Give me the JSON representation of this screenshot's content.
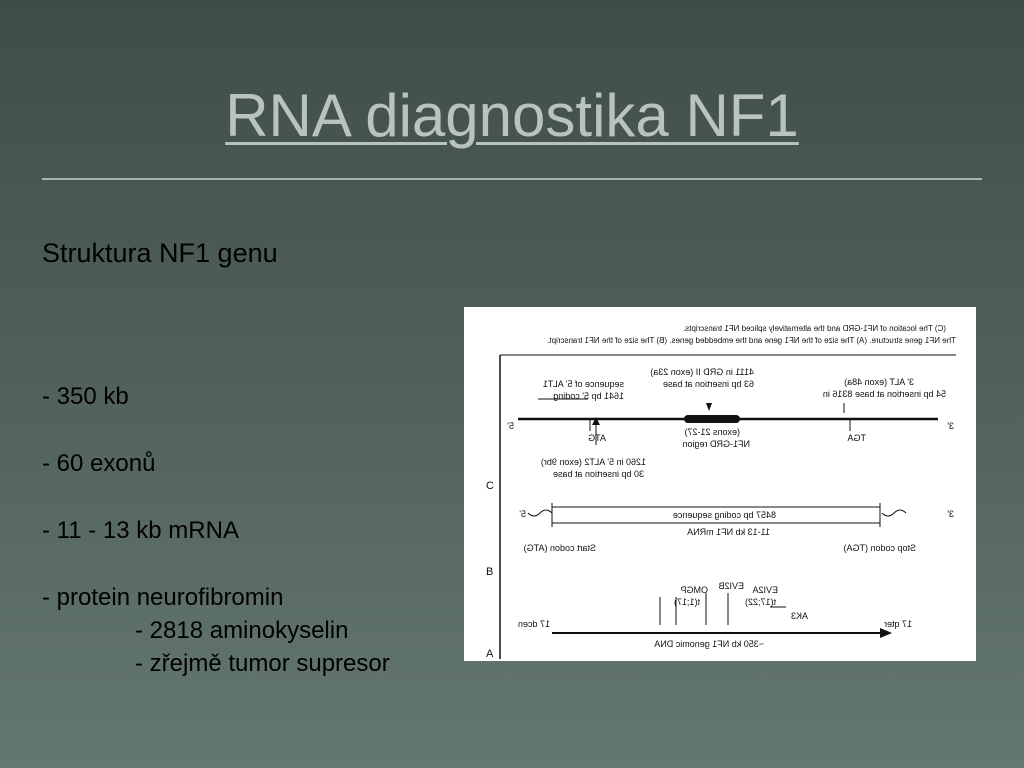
{
  "slide": {
    "title": "RNA diagnostika NF1",
    "subtitle": "Struktura NF1 genu",
    "bullets": [
      "- 350 kb",
      "- 60 exonů",
      "- 11 - 13 kb mRNA",
      "- protein neurofibromin"
    ],
    "sub_bullets": [
      "- 2818 aminokyselin",
      "- zřejmě tumor supresor"
    ]
  },
  "figure": {
    "caption_line1": "The NF1 gene structure. (A) The size of the NF1 gene and the embedded genes. (B) The size of the NF1 transcript.",
    "caption_line2": "(C) The location of NF1-GRD and the alternatively spliced NF1 transcripts.",
    "panel_labels": [
      "C",
      "B",
      "A"
    ],
    "panel_c": {
      "five_prime": "5'",
      "three_prime": "3'",
      "atg": "ATG",
      "tga": "TGA",
      "grd_label": "NF1-GRD region",
      "grd_exons": "(exons 21-27)",
      "alt1_line1": "1641 bp 5' coding",
      "alt1_line2": "sequence of 5' ALT1",
      "alt2_line1": "30 bp insertion at base",
      "alt2_line2": "1260 in 5' ALT2 (exon 9br)",
      "grd_ins_line1": "63 bp insertion at base",
      "grd_ins_line2": "4111 in GRD II (exon 23a)",
      "alt3_line1": "54 bp insertion at base 8316 in",
      "alt3_line2": "3' ALT (exon 48a)"
    },
    "panel_b": {
      "five_prime": "5'",
      "three_prime": "3'",
      "coding": "8457 bp coding sequence",
      "mrna": "11-13 kb NF1 mRNA",
      "start_codon": "Start codon (ATG)",
      "stop_codon": "Stop codon (TGA)"
    },
    "panel_a": {
      "cen": "17 dcen",
      "ter": "17 qter",
      "genomic": "~350 kb NF1 genomic DNA",
      "omgp": "OMGP",
      "evi2b": "EVI2B",
      "evi2a": "EVI2A",
      "t1": "t(1;17)",
      "t2": "t(17;22)",
      "ak3": "AK3"
    }
  }
}
